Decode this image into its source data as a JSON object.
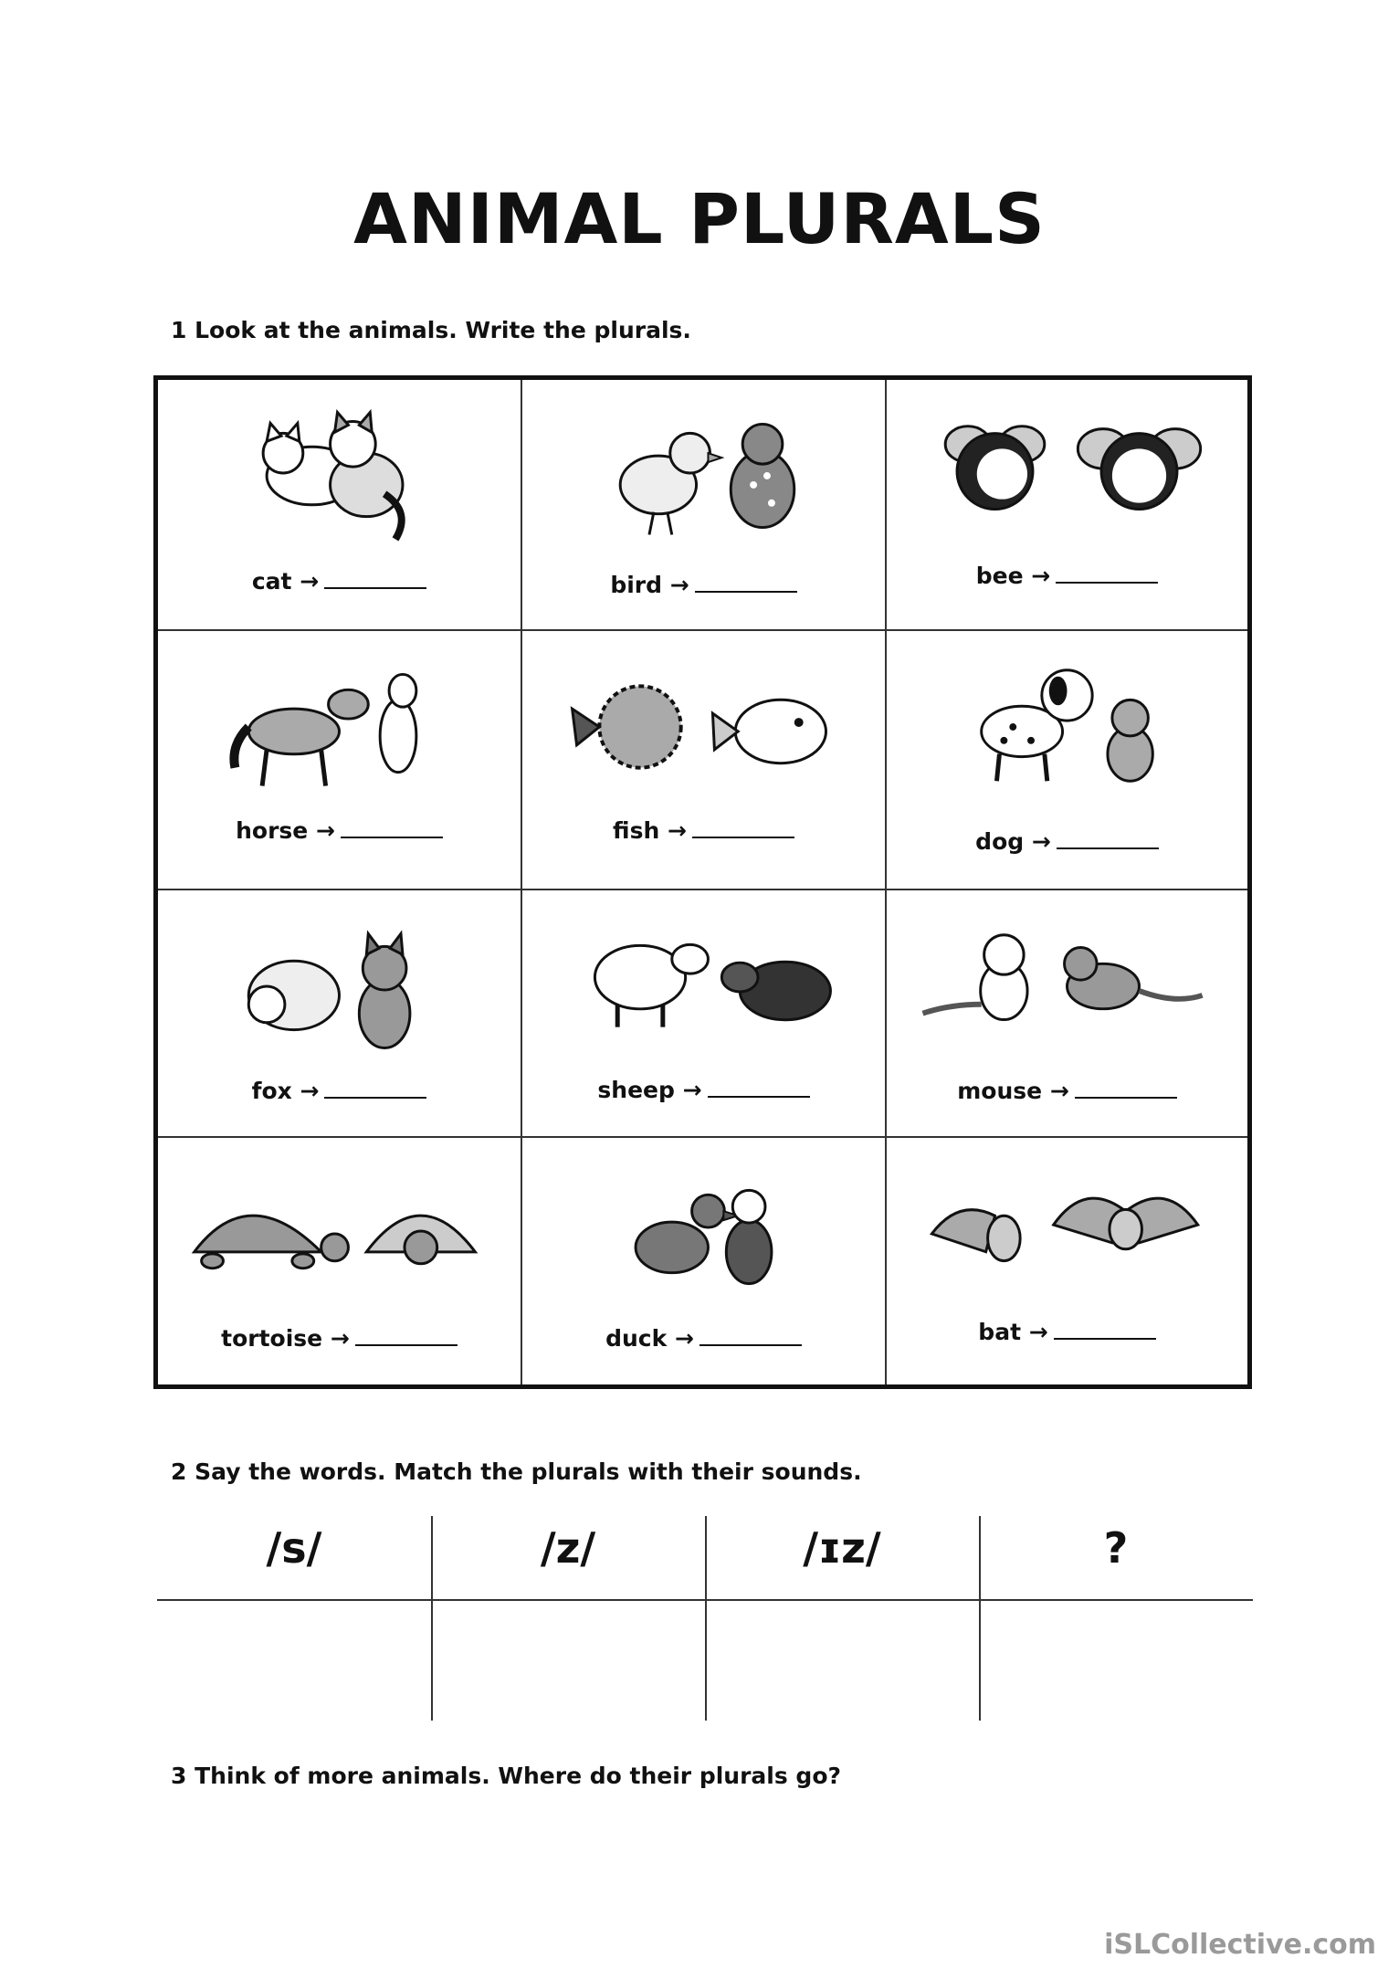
{
  "title": "ANIMAL PLURALS",
  "section1": {
    "instruction": "1 Look at the animals. Write the plurals.",
    "animals": [
      {
        "word": "cat",
        "icon": "cat-icon"
      },
      {
        "word": "bird",
        "icon": "bird-icon"
      },
      {
        "word": "bee",
        "icon": "bee-icon"
      },
      {
        "word": "horse",
        "icon": "horse-icon"
      },
      {
        "word": "fish",
        "icon": "fish-icon"
      },
      {
        "word": "dog",
        "icon": "dog-icon"
      },
      {
        "word": "fox",
        "icon": "fox-icon"
      },
      {
        "word": "sheep",
        "icon": "sheep-icon"
      },
      {
        "word": "mouse",
        "icon": "mouse-icon"
      },
      {
        "word": "tortoise",
        "icon": "tortoise-icon"
      },
      {
        "word": "duck",
        "icon": "duck-icon"
      },
      {
        "word": "bat",
        "icon": "bat-icon"
      }
    ],
    "arrow": "→"
  },
  "section2": {
    "instruction": "2 Say the words. Match the plurals with their sounds.",
    "headers": [
      "/s/",
      "/z/",
      "/ɪz/",
      "?"
    ]
  },
  "section3": {
    "instruction": "3 Think of more animals. Where do their plurals go?"
  },
  "footer": "iSLCollective.com"
}
